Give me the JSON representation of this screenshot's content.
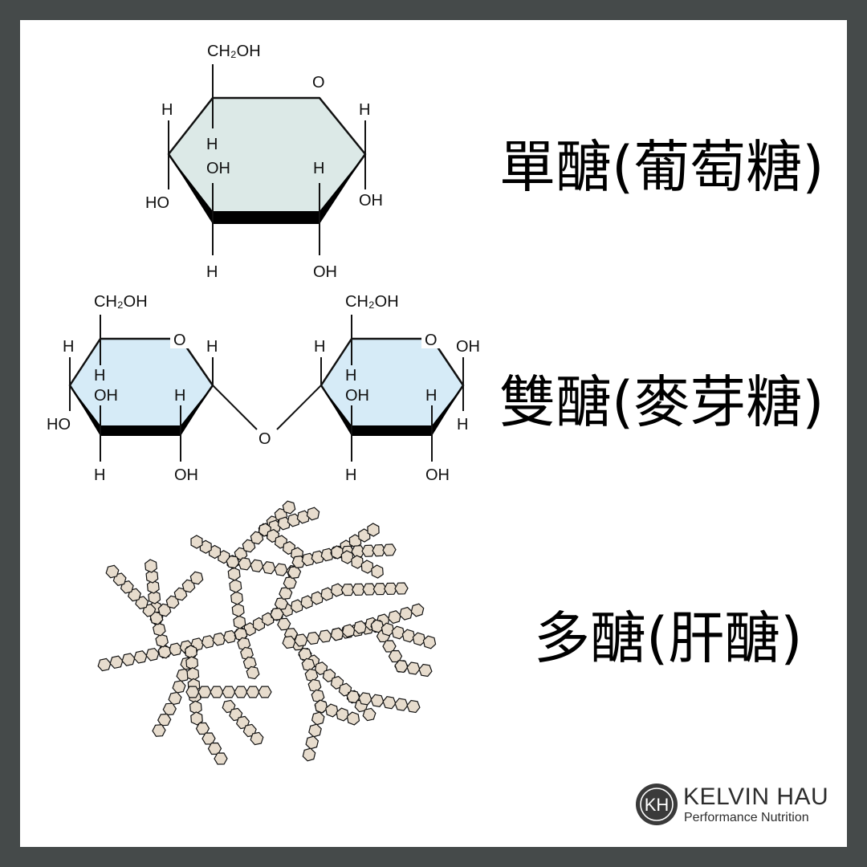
{
  "sections": {
    "monosaccharide": {
      "title": "單醣(葡萄糖)",
      "atoms": {
        "ch2oh": "CH₂OH",
        "ring_o": "O",
        "h_top_left": "H",
        "h_inner_left": "H",
        "h_right": "H",
        "oh_inner": "OH",
        "h_inner_right": "H",
        "ho_left": "HO",
        "oh_right": "OH",
        "h_bottom": "H",
        "oh_bottom": "OH"
      }
    },
    "disaccharide": {
      "title": "雙醣(麥芽糖)",
      "atoms": {
        "left_ch2oh": "CH₂OH",
        "left_ring_o": "O",
        "left_h_top_left": "H",
        "left_h_c1": "H",
        "left_h_inner": "H",
        "left_oh_inner": "OH",
        "left_h_inner_right": "H",
        "left_ho": "HO",
        "left_h_bottom": "H",
        "left_oh_bottom": "OH",
        "bridge_o": "O",
        "right_ch2oh": "CH₂OH",
        "right_ring_o": "O",
        "right_h_top_left": "H",
        "right_oh_c1": "OH",
        "right_h_inner": "H",
        "right_oh_inner": "OH",
        "right_h_inner_right": "H",
        "right_h_c1_below": "H",
        "right_h_bottom": "H",
        "right_oh_bottom": "OH"
      }
    },
    "polysaccharide": {
      "title": "多醣(肝醣)"
    }
  },
  "brand": {
    "monogram": "KH",
    "name": "KELVIN HAU",
    "tagline": "Performance Nutrition"
  },
  "colors": {
    "frame": "#454a4a",
    "glucose_ring_fill": "#dce9e7",
    "maltose_ring_fill": "#d6ebf7",
    "glycogen_unit_fill": "#e7dccd",
    "stroke": "#111111"
  }
}
